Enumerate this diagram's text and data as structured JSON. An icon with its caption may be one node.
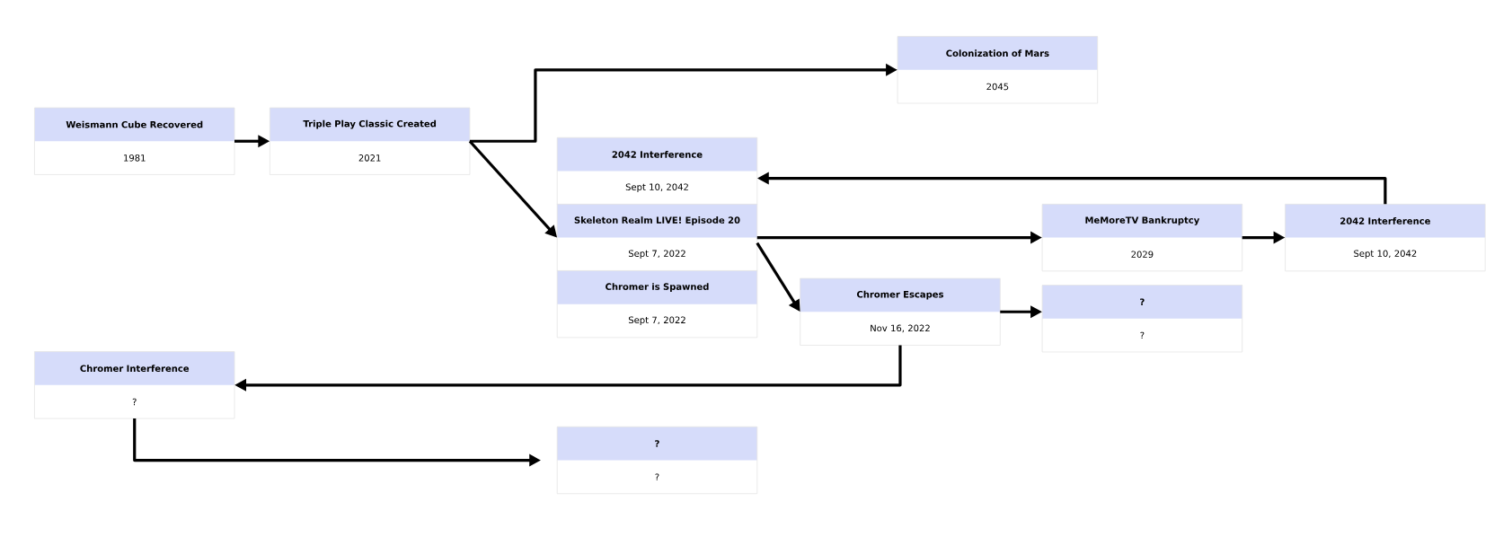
{
  "diagram": {
    "nodes": [
      {
        "text": [
          "Weismann Cube Recovered",
          "1981"
        ]
      },
      {
        "text": [
          "Triple Play Classic Created",
          "2021"
        ]
      },
      {
        "text": [
          "Colonization of Mars",
          "2045"
        ]
      },
      {
        "text": [
          "2042 Interference",
          "Sept 10, 2042"
        ]
      },
      {
        "text": [
          "Skeleton Realm LIVE! Episode 20",
          "Sept 7, 2022"
        ]
      },
      {
        "text": [
          "Chromer is Spawned",
          "Sept 7, 2022"
        ]
      },
      {
        "text": [
          "MeMoreTV Bankruptcy",
          "2029"
        ]
      },
      {
        "text": [
          "2042 Interference",
          "Sept 10, 2042"
        ]
      },
      {
        "text": [
          "Chromer Escapes",
          "Nov 16, 2022"
        ]
      },
      {
        "text": [
          "?",
          "?"
        ]
      },
      {
        "text": [
          "Chromer Interference",
          "?"
        ]
      },
      {
        "text": [
          "?",
          "?"
        ]
      }
    ],
    "edges": [
      {
        "from": 0,
        "to": 1,
        "arrow": "to"
      },
      {
        "from": 1,
        "to": 2,
        "arrow": "to"
      },
      {
        "from": 1,
        "to": 4,
        "arrow": "to"
      },
      {
        "from": 4,
        "to": 6,
        "arrow": "to"
      },
      {
        "from": 4,
        "to": 8,
        "arrow": "to"
      },
      {
        "from": 6,
        "to": 7,
        "arrow": "to"
      },
      {
        "from": 7,
        "to": 3,
        "arrow": "to"
      },
      {
        "from": 8,
        "to": 9,
        "arrow": "to"
      },
      {
        "from": 8,
        "to": 10,
        "arrow": "to"
      },
      {
        "from": 10,
        "to": 11,
        "arrow": "to"
      }
    ]
  }
}
